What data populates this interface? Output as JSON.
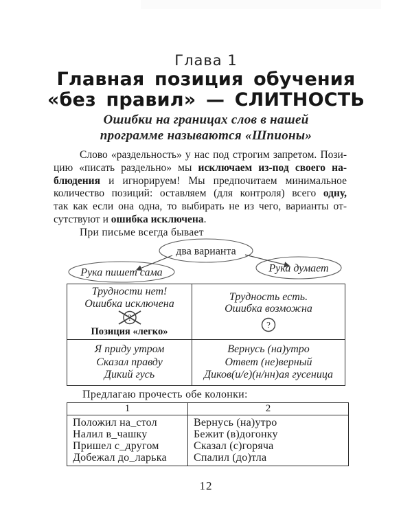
{
  "header": {
    "chapter": "Глава 1",
    "title_line1": "Главная позиция обучения",
    "title_line2": "«без правил» — СЛИТНОСТЬ",
    "subtitle_line1": "Ошибки на границах слов в нашей",
    "subtitle_line2": "программе называются «Шпионы»"
  },
  "intro": {
    "line1": "Слово «раздельность» у нас под строгим запретом. Пози-",
    "line2_normal": "цию «писать раздельно» мы ",
    "line2_bold": "исключаем из-под своего на-",
    "line3_bold": "блюдения",
    "line3_normal": " и игнорируем! Мы предпочитаем минимальное",
    "line4_normal": "количество позиций: оставляем (для контроля) всего ",
    "line4_bold": "одну,",
    "line5": "так как если она одна, то выбирать не из чего, варианты от-",
    "line6_normal": "сутствуют и ",
    "line6_bold": "ошибка исключена",
    "line6_tail": ".",
    "lead_in": "При письме всегда бывает"
  },
  "diagram": {
    "top_oval": "два варианта",
    "left_oval": "Рука пишет сама",
    "right_oval": "Рука думает"
  },
  "table1": {
    "r1c1_line1": "Трудности нет!",
    "r1c1_line2": "Ошибка исключена",
    "r1c1_bold": "Позиция «легко»",
    "r1c2_line1": "Трудность есть.",
    "r1c2_line2": "Ошибка возможна",
    "question_mark": "?",
    "r2c1": [
      "Я приду утром",
      "Сказал правду",
      "Дикий гусь"
    ],
    "r2c2": [
      "Вернусь (на)утро",
      "Ответ (не)верный",
      "Диков(и/е)(н/нн)ая гусеница"
    ]
  },
  "prompt": "Предлагаю прочесть обе колонки:",
  "table2": {
    "col1_header": "1",
    "col2_header": "2",
    "col1_rows": [
      "Положил на_стол",
      "Налил в_чашку",
      "Пришел с_другом",
      "Добежал до_ларька"
    ],
    "col2_rows": [
      "Вернусь (на)утро",
      "Бежит (в)догонку",
      "Сказал (с)горяча",
      "Спалил (до)тла"
    ]
  },
  "footer": {
    "page_number": "12"
  }
}
